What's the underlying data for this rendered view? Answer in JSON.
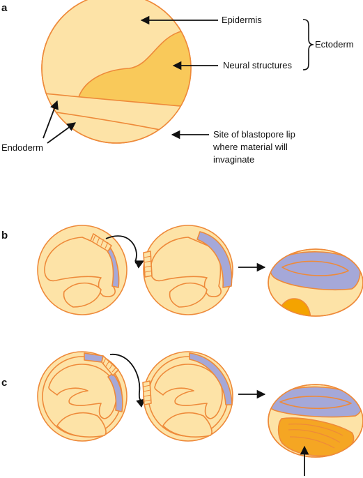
{
  "panels": {
    "a": "a",
    "b": "b",
    "c": "c"
  },
  "labels": {
    "epidermis": "Epidermis",
    "ectoderm": "Ectoderm",
    "neural_structures": "Neural structures",
    "endoderm": "Endoderm",
    "blastopore_line1": "Site of blastopore lip",
    "blastopore_line2": "where material will",
    "blastopore_line3": "invaginate"
  },
  "colors": {
    "embryo_fill": "#fde3a7",
    "neural_fill": "#f9c95a",
    "outline": "#ee8a3a",
    "neural_plate": "#a5a8d8",
    "endoderm_dark": "#f4a300",
    "endoderm_layer": "#f5a623"
  }
}
